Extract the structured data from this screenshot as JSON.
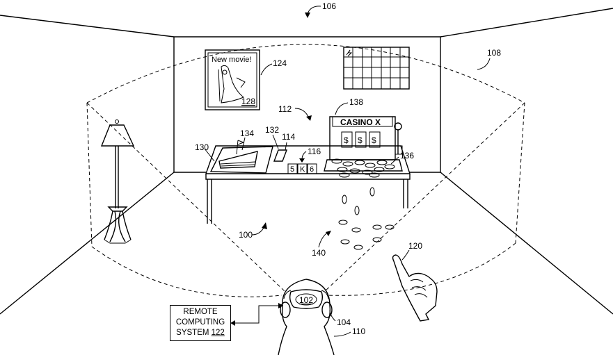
{
  "figure": {
    "labels": {
      "r100": "100",
      "r102": "102",
      "r104": "104",
      "r106": "106",
      "r108": "108",
      "r110": "110",
      "r112": "112",
      "r114": "114",
      "r116": "116",
      "r120": "120",
      "r124": "124",
      "r128": "128",
      "r130": "130",
      "r132": "132",
      "r134": "134",
      "r136": "136",
      "r138": "138",
      "r140": "140"
    },
    "poster_text": "New movie!",
    "slot_title": "CASINO X",
    "slot_reels": [
      "$",
      "$",
      "$"
    ],
    "cards": [
      "5",
      "K",
      "6"
    ],
    "remote_box": {
      "line1": "REMOTE",
      "line2": "COMPUTING",
      "line3_prefix": "SYSTEM ",
      "line3_ref": "122"
    }
  }
}
